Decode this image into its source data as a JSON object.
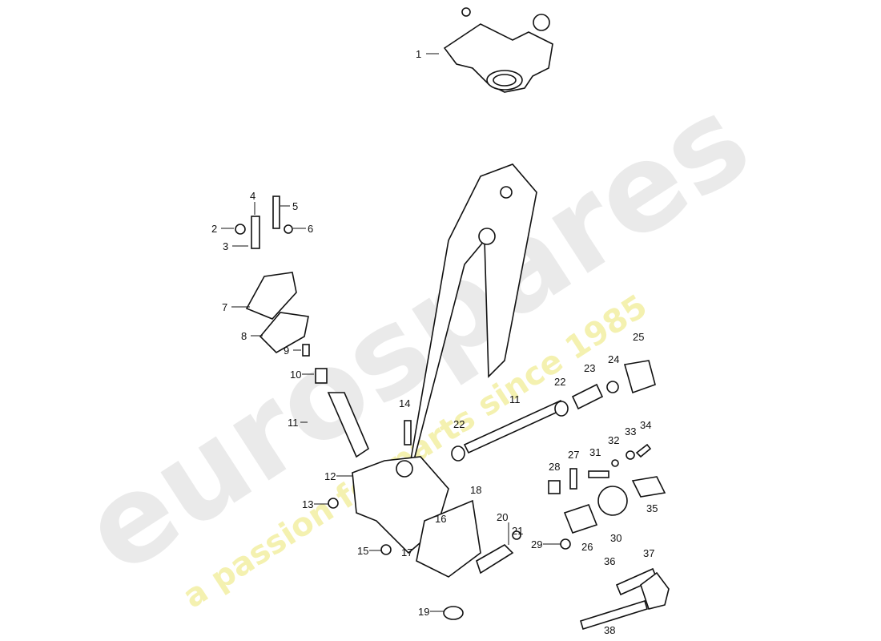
{
  "watermark": {
    "brand": "eurospares",
    "tagline": "a passion for parts since 1985",
    "brand_color": "#e6e6e6",
    "tagline_color": "#f3f0a8"
  },
  "callouts": [
    {
      "id": "1",
      "text": "1"
    },
    {
      "id": "2",
      "text": "2"
    },
    {
      "id": "3",
      "text": "3"
    },
    {
      "id": "4",
      "text": "4"
    },
    {
      "id": "5",
      "text": "5"
    },
    {
      "id": "6",
      "text": "6"
    },
    {
      "id": "7",
      "text": "7"
    },
    {
      "id": "8",
      "text": "8"
    },
    {
      "id": "9",
      "text": "9"
    },
    {
      "id": "10",
      "text": "10"
    },
    {
      "id": "11a",
      "text": "11"
    },
    {
      "id": "11b",
      "text": "11"
    },
    {
      "id": "12",
      "text": "12"
    },
    {
      "id": "13",
      "text": "13"
    },
    {
      "id": "14",
      "text": "14"
    },
    {
      "id": "15",
      "text": "15"
    },
    {
      "id": "16",
      "text": "16"
    },
    {
      "id": "17",
      "text": "17"
    },
    {
      "id": "18",
      "text": "18"
    },
    {
      "id": "19",
      "text": "19"
    },
    {
      "id": "20",
      "text": "20"
    },
    {
      "id": "21",
      "text": "21"
    },
    {
      "id": "22a",
      "text": "22"
    },
    {
      "id": "22b",
      "text": "22"
    },
    {
      "id": "23",
      "text": "23"
    },
    {
      "id": "24",
      "text": "24"
    },
    {
      "id": "25",
      "text": "25"
    },
    {
      "id": "26",
      "text": "26"
    },
    {
      "id": "27",
      "text": "27"
    },
    {
      "id": "28",
      "text": "28"
    },
    {
      "id": "29",
      "text": "29"
    },
    {
      "id": "30",
      "text": "30"
    },
    {
      "id": "31",
      "text": "31"
    },
    {
      "id": "32",
      "text": "32"
    },
    {
      "id": "33",
      "text": "33"
    },
    {
      "id": "34",
      "text": "34"
    },
    {
      "id": "35",
      "text": "35"
    },
    {
      "id": "36",
      "text": "36"
    },
    {
      "id": "37",
      "text": "37"
    },
    {
      "id": "38",
      "text": "38"
    }
  ]
}
